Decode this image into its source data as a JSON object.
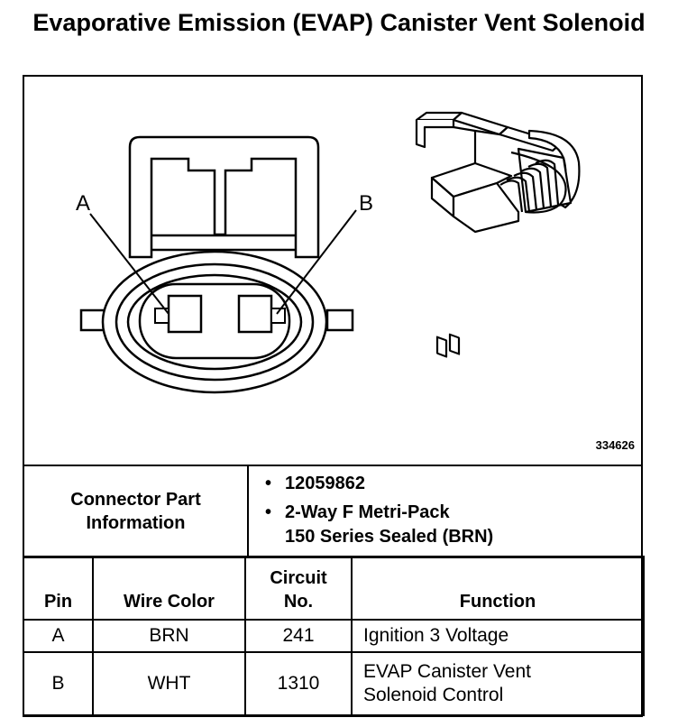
{
  "title": "Evaporative Emission (EVAP) Canister Vent Solenoid",
  "figure": {
    "pin_label_a": "A",
    "pin_label_b": "B",
    "figure_id": "334626"
  },
  "connector_info": {
    "label_line1": "Connector Part",
    "label_line2": "Information",
    "part_number": "12059862",
    "desc_line1": "2-Way F Metri-Pack",
    "desc_line2": "150 Series Sealed (BRN)"
  },
  "pin_table": {
    "headers": {
      "pin": "Pin",
      "wire_color": "Wire Color",
      "circuit_line1": "Circuit",
      "circuit_line2": "No.",
      "function": "Function"
    },
    "rows": [
      {
        "pin": "A",
        "wire_color": "BRN",
        "circuit": "241",
        "function_line1": "Ignition 3 Voltage",
        "function_line2": ""
      },
      {
        "pin": "B",
        "wire_color": "WHT",
        "circuit": "1310",
        "function_line1": "EVAP Canister Vent",
        "function_line2": "Solenoid Control"
      }
    ]
  }
}
